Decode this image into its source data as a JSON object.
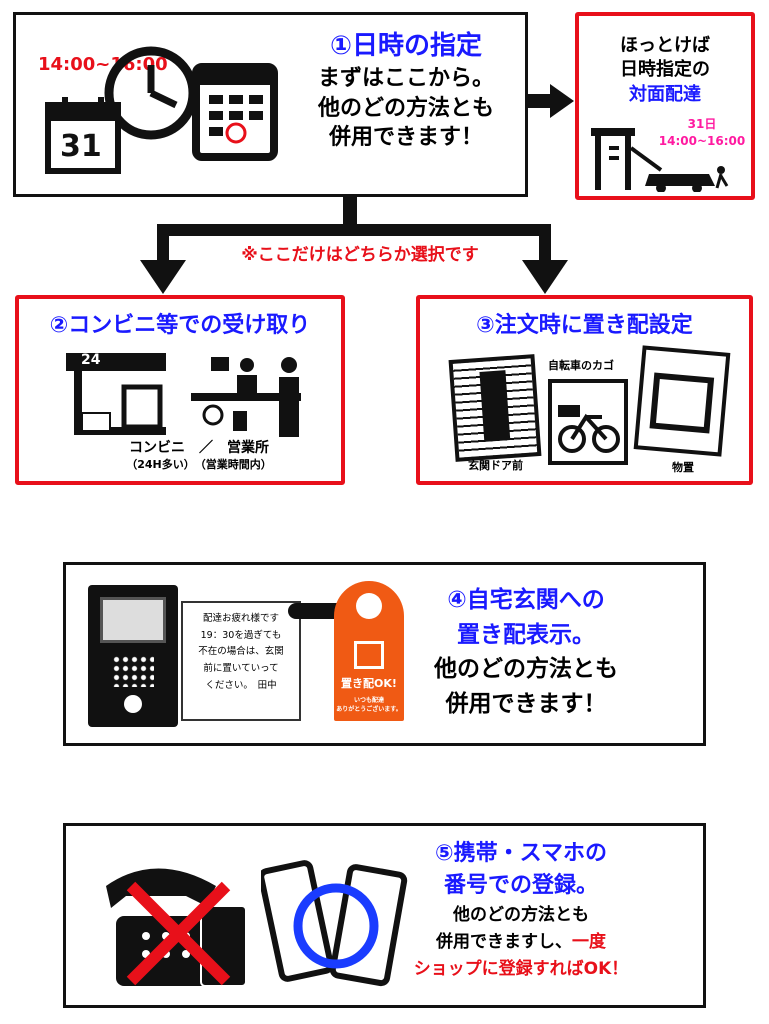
{
  "step1": {
    "time": "14:00~16:00",
    "calendar_day": "31",
    "title": "①日時の指定",
    "lines": [
      "まずはここから。",
      "他のどの方法とも",
      "併用できます！"
    ]
  },
  "side": {
    "lines": [
      "ほっとけば",
      "日時指定の"
    ],
    "highlight": "対面配達",
    "date": "31日",
    "time": "14:00~16:00"
  },
  "choice_note": "※ここだけはどちらか選択です",
  "step2": {
    "title": "②コンビニ等での受け取り",
    "store_sign": "24",
    "caption1": "コンビニ　／　営業所",
    "caption2": "（24H多い）　（営業時間内）"
  },
  "step3": {
    "title": "③注文時に置き配設定",
    "labels": [
      "玄関ドア前",
      "自転車のカゴ",
      "物置"
    ]
  },
  "step4": {
    "title": "④自宅玄関への",
    "lines": [
      "置き配表示。",
      "他のどの方法とも",
      "併用できます！"
    ],
    "note_lines": [
      "配達お疲れ様です",
      "19：30を過ぎても",
      "不在の場合は、玄関",
      "前に置いていって",
      "ください。　田中"
    ],
    "tag_label": "置き配OK!",
    "tag_small": [
      "いつも配達",
      "ありがとうございます。"
    ]
  },
  "step5": {
    "title_lines": [
      "⑤携帯・スマホの",
      "番号での登録。"
    ],
    "lines": [
      "他のどの方法とも"
    ],
    "line2_black": "併用できますし、",
    "line2_red": "一度",
    "line3": "ショップに登録すればOK！"
  }
}
